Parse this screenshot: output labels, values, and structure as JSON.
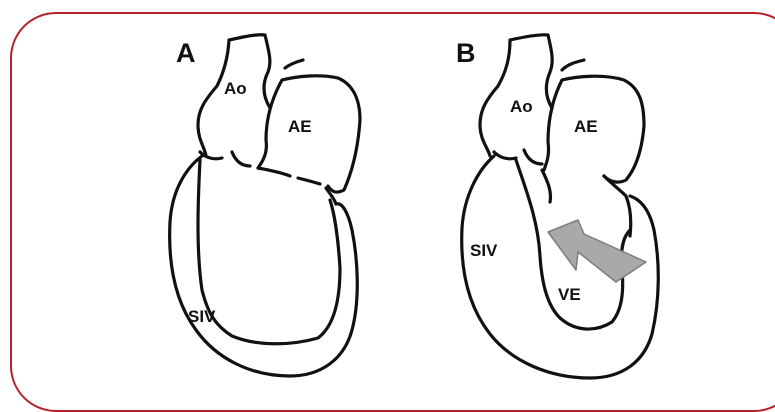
{
  "panels": [
    {
      "letter": "A",
      "labels": {
        "aorta": "Ao",
        "left_atrium": "AE",
        "septum": "SIV"
      }
    },
    {
      "letter": "B",
      "labels": {
        "aorta": "Ao",
        "left_atrium": "AE",
        "septum": "SIV",
        "left_ventricle": "VE"
      },
      "arrow_color": "#a9a9a9"
    }
  ],
  "frame_color": "#b5202a"
}
